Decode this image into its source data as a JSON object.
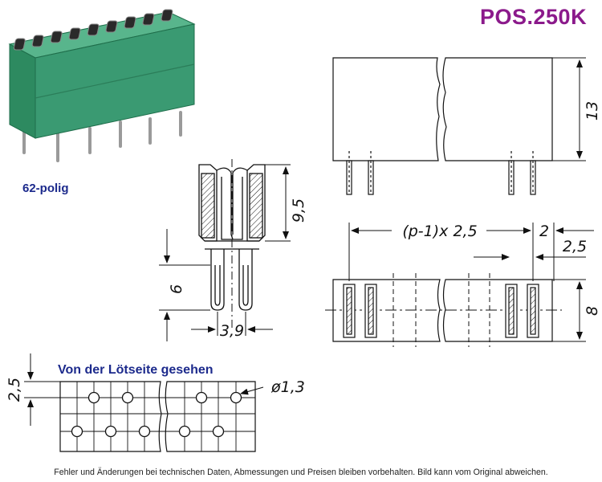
{
  "product": {
    "position_code": "POS.250K",
    "poles_label": "62-polig"
  },
  "solder_view": {
    "title": "Von der Lötseite gesehen"
  },
  "dimensions": {
    "pitch_formula": "(p-1)x 2,5",
    "end_offset": "2",
    "end_pitch": "2,5",
    "height": "13",
    "depth": "8",
    "contact_height": "9,5",
    "pin_length": "6",
    "pin_spacing": "3,9",
    "grid_pitch": "2,5",
    "hole_diameter": "ø1,3"
  },
  "footer": {
    "disclaimer": "Fehler und Änderungen bei technischen Daten, Abmessungen und Preisen bleiben vorbehalten. Bild kann vom Original abweichen."
  },
  "colors": {
    "brand_title": "#8b1a8b",
    "label_blue": "#1c2a8c",
    "connector_green": "#3a9a72"
  }
}
